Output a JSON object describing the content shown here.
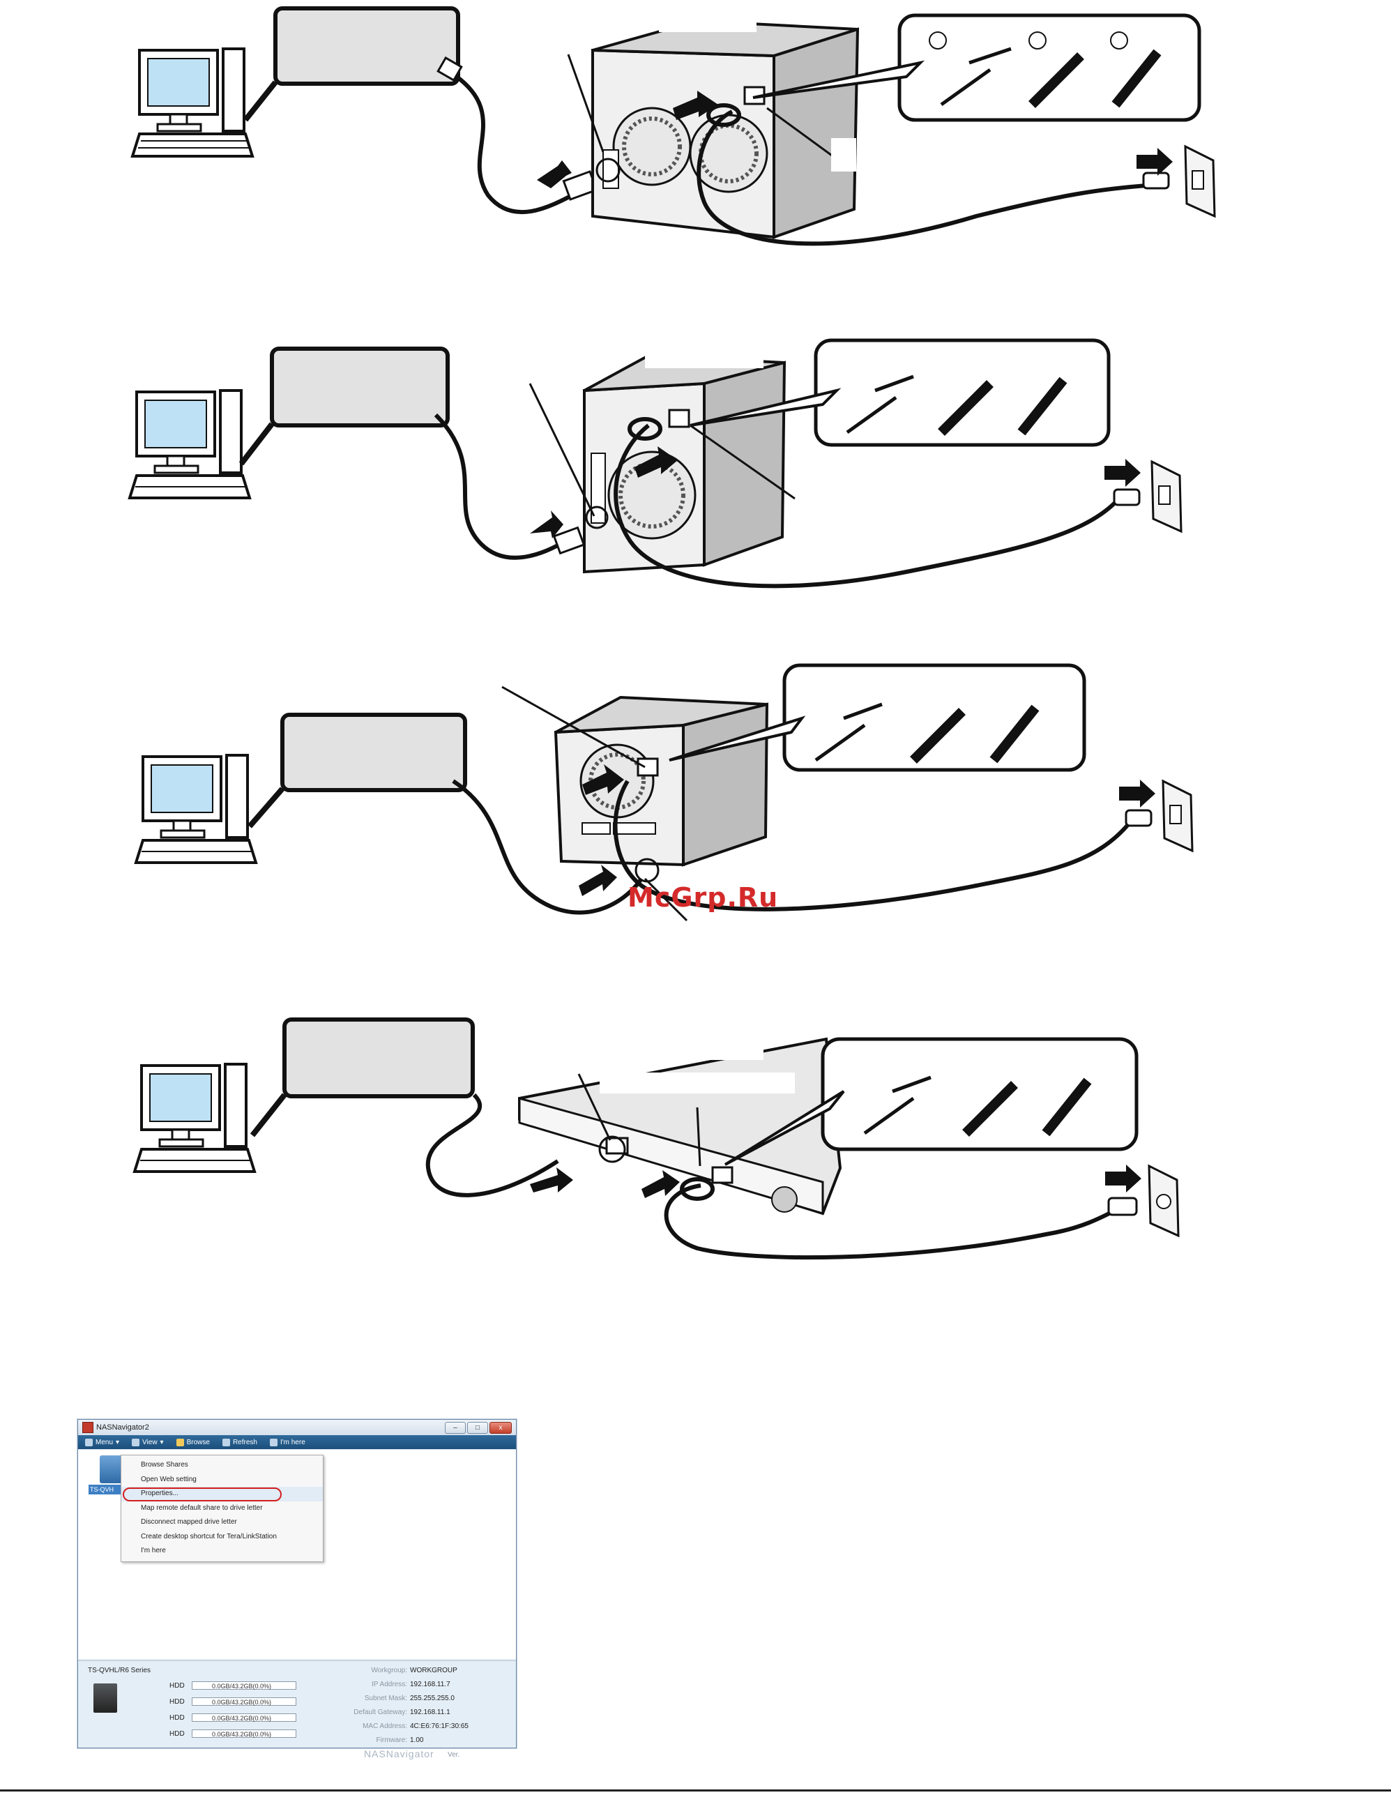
{
  "watermark": "McGrp.Ru",
  "nas_navigator": {
    "title": "NASNavigator2",
    "window_buttons": [
      "–",
      "□",
      "x"
    ],
    "toolbar": [
      {
        "icon": "menu-icon",
        "label": "Menu"
      },
      {
        "icon": "view-icon",
        "label": "View"
      },
      {
        "icon": "folder-icon",
        "label": "Browse"
      },
      {
        "icon": "refresh-icon",
        "label": "Refresh"
      },
      {
        "icon": "sound-icon",
        "label": "I'm here"
      }
    ],
    "device_label": "TS-QVH",
    "context_menu": [
      "Browse Shares",
      "Open Web setting",
      "Properties...",
      "Map remote default share to drive letter",
      "Disconnect mapped drive letter",
      "Create desktop shortcut for Tera/LinkStation",
      "I'm here"
    ],
    "highlighted_item": "Properties...",
    "series": "TS-QVHL/R6 Series",
    "hdd_rows": [
      {
        "label": "HDD",
        "value": "0.0GB/43.2GB(0.0%)",
        "used_fraction": 0.0
      },
      {
        "label": "HDD",
        "value": "0.0GB/43.2GB(0.0%)",
        "used_fraction": 0.0
      },
      {
        "label": "HDD",
        "value": "0.0GB/43.2GB(0.0%)",
        "used_fraction": 0.0
      },
      {
        "label": "HDD",
        "value": "0.0GB/43.2GB(0.0%)",
        "used_fraction": 0.0
      }
    ],
    "info": [
      {
        "key": "Workgroup:",
        "value": "WORKGROUP"
      },
      {
        "key": "IP Address:",
        "value": "192.168.11.7"
      },
      {
        "key": "Subnet Mask:",
        "value": "255.255.255.0"
      },
      {
        "key": "Default Gateway:",
        "value": "192.168.11.1"
      },
      {
        "key": "MAC Address:",
        "value": "4C:E6:76:1F:30:65"
      },
      {
        "key": "Firmware:",
        "value": "1.00"
      }
    ],
    "brand": "NASNavigator",
    "version_label": "Ver."
  }
}
